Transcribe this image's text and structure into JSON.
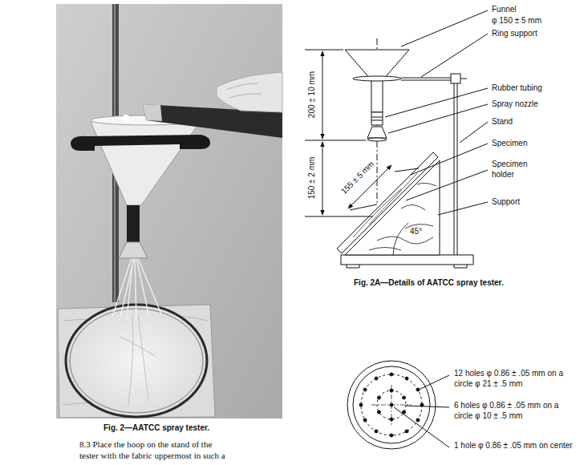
{
  "diagram": {
    "labels": [
      "Fig. 2—AATCC spray tester.",
      "8.3 Place the hoop on the stand of the tester with the fabric uppermost in such a",
      "Funnel",
      "φ 150 ± 5 mm",
      "Ring support",
      "200 ± 10 mm",
      "Rubber tubing",
      "Spray nozzle",
      "Stand",
      "Specimen",
      "Specimen holder",
      "150 ± 2 mm",
      "155 ± 5 mm",
      "Support",
      "45°",
      "Fig. 2A—Details of AATCC spray tester.",
      "12 holes φ 0.86 ± .05 mm on a circle φ 21 ± .5 mm",
      "6 holes φ 0.86 ± .05 mm on a circle φ 10 ± .5 mm",
      "1 hole φ 0.86 ± .05 mm on center"
    ]
  }
}
